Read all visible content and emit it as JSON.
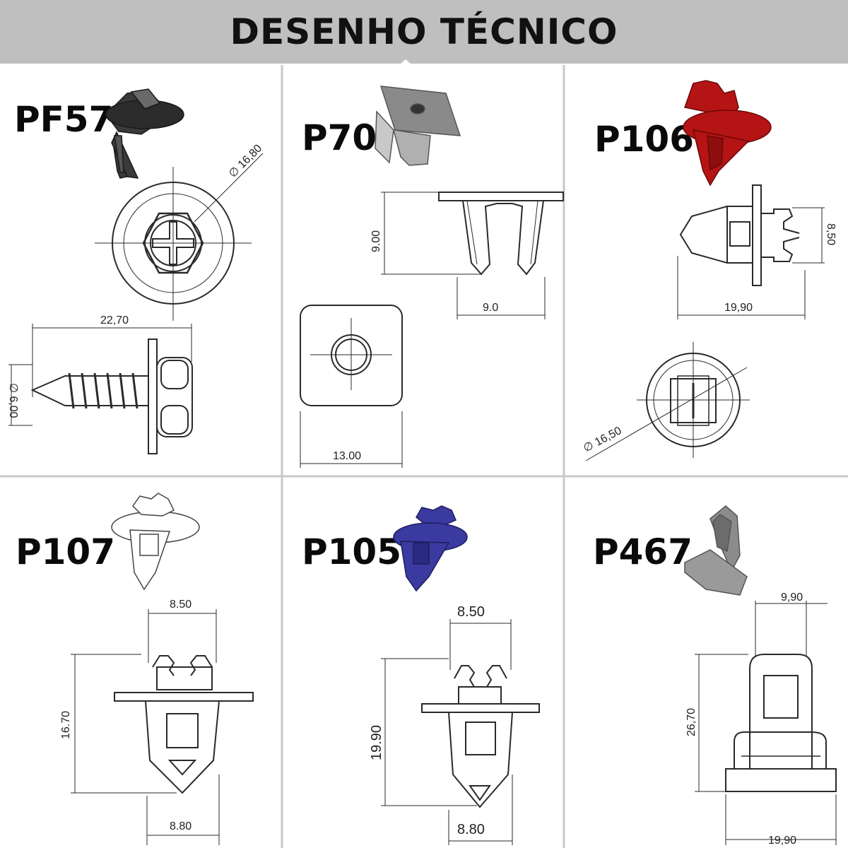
{
  "header": {
    "title": "DESENHO TÉCNICO"
  },
  "colors": {
    "banner": "#bfbfbf",
    "grid_lines": "#c8c8c8",
    "drawing": "#2a2a2a",
    "p106_part": "#b51414",
    "p105_part": "#3a3aa0",
    "pf57_part": "#3a3a3a",
    "grey_part": "#9a9a9a"
  },
  "parts": [
    {
      "code": "PF57",
      "dims": {
        "diameter_head": "∅ 16,80",
        "length": "22,70",
        "diameter_shank": "∅ 6,00"
      }
    },
    {
      "code": "P70",
      "dims": {
        "height": "9.00",
        "slot": "9.0",
        "width": "13.00"
      }
    },
    {
      "code": "P106",
      "dims": {
        "height": "8,50",
        "length": "19,90",
        "diameter": "∅ 16,50"
      }
    },
    {
      "code": "P107",
      "dims": {
        "top": "8.50",
        "height": "16.70",
        "bottom": "8.80"
      }
    },
    {
      "code": "P105",
      "dims": {
        "top": "8.50",
        "height": "19.90",
        "bottom": "8.80"
      }
    },
    {
      "code": "P467",
      "dims": {
        "top": "9,90",
        "height": "26,70",
        "bottom": "19,90"
      }
    }
  ]
}
